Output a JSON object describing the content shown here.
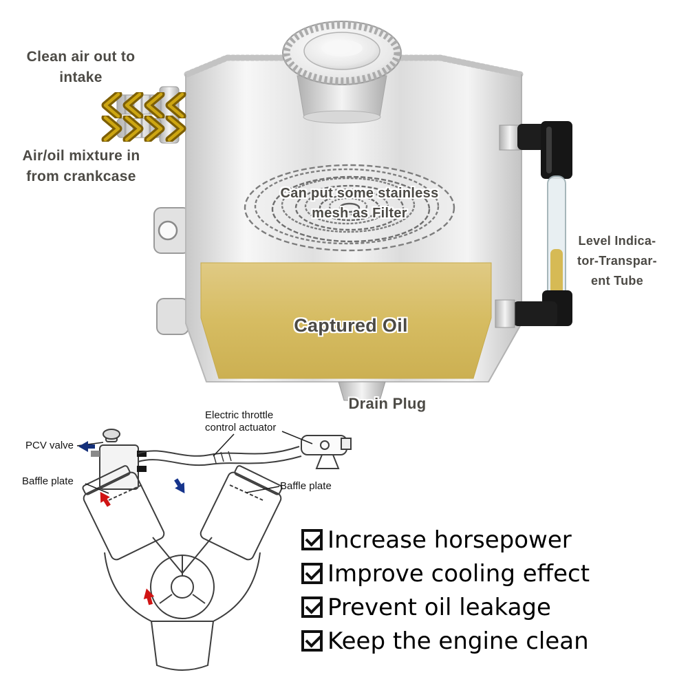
{
  "product_diagram": {
    "clean_air_label": {
      "line1": "Clean air out to",
      "line2": "intake"
    },
    "air_oil_label": {
      "line1": "Air/oil mixture in",
      "line2": "from crankcase"
    },
    "mesh_label": {
      "line1": "Can put some stainless",
      "line2": "mesh as Filter"
    },
    "level_tube_label": {
      "line1": "Level Indica-",
      "line2": "tor-Transpar-",
      "line3": "ent Tube"
    },
    "captured_oil_label": "Captured Oil",
    "drain_plug_label": "Drain Plug"
  },
  "engine_diagram": {
    "throttle_label": {
      "line1": "Electric throttle",
      "line2": "control actuator"
    },
    "pcv_label": "PCV valve",
    "baffle_left_label": "Baffle plate",
    "baffle_right_label": "Baffle plate"
  },
  "features": [
    "Increase horsepower",
    "Improve cooling effect",
    "Prevent oil leakage",
    "Keep the engine clean"
  ],
  "icons": {
    "flow_out": "chevrons-left-icon",
    "flow_in": "chevrons-right-icon",
    "feature_check": "checkbox-checked-icon"
  },
  "colors": {
    "captured_oil": "#d6bc62",
    "arrow_gold": "#b8960e",
    "label_text": "#4c4a45",
    "outline": "#ffffff"
  }
}
